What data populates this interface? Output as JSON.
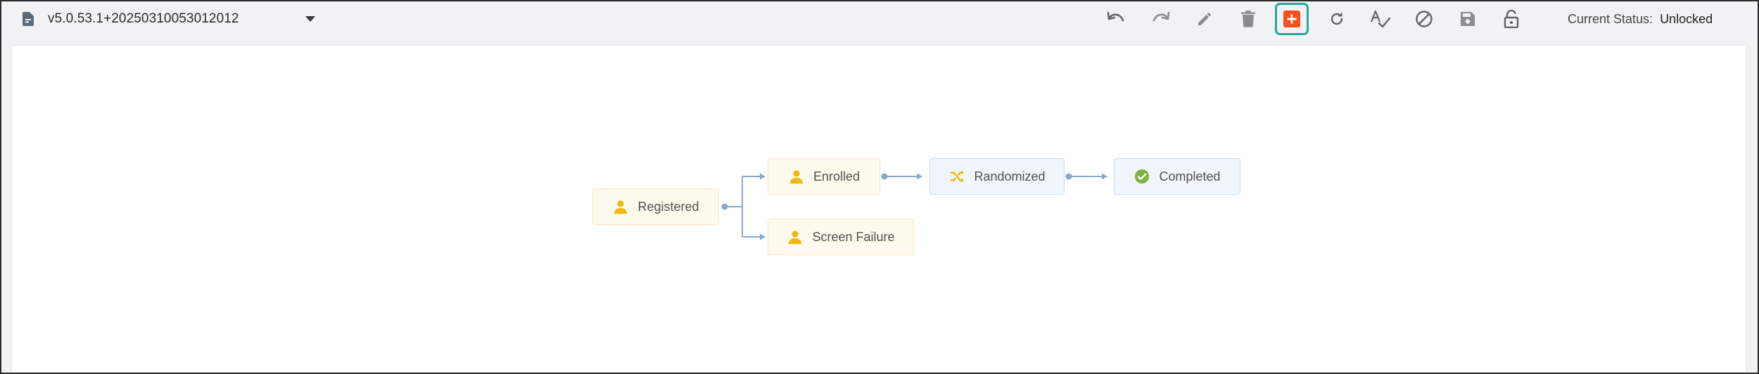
{
  "toolbar": {
    "version_label": "v5.0.53.1+20250310053012012",
    "status_label": "Current Status:",
    "status_value": "Unlocked",
    "icons": [
      "document-icon",
      "dropdown-arrow-icon",
      "undo-icon",
      "redo-icon",
      "edit-icon",
      "delete-icon",
      "add-icon",
      "refresh-icon",
      "spellcheck-icon",
      "block-icon",
      "save-icon",
      "lock-open-icon"
    ]
  },
  "workflow": {
    "nodes": [
      {
        "id": "registered",
        "label": "Registered",
        "icon": "person-icon"
      },
      {
        "id": "enrolled",
        "label": "Enrolled",
        "icon": "person-icon"
      },
      {
        "id": "screen_failure",
        "label": "Screen Failure",
        "icon": "person-icon"
      },
      {
        "id": "randomized",
        "label": "Randomized",
        "icon": "shuffle-icon"
      },
      {
        "id": "completed",
        "label": "Completed",
        "icon": "check-circle-icon"
      }
    ],
    "edges": [
      {
        "from": "registered",
        "to": "enrolled"
      },
      {
        "from": "registered",
        "to": "screen_failure"
      },
      {
        "from": "enrolled",
        "to": "randomized"
      },
      {
        "from": "randomized",
        "to": "completed"
      }
    ]
  },
  "colors": {
    "accent_add": "#f4511e",
    "highlight": "#26a69a",
    "person_icon": "#f5b70f",
    "shuffle_icon": "#f0b400",
    "check_icon": "#7cb342",
    "edge": "#88a8cc"
  }
}
